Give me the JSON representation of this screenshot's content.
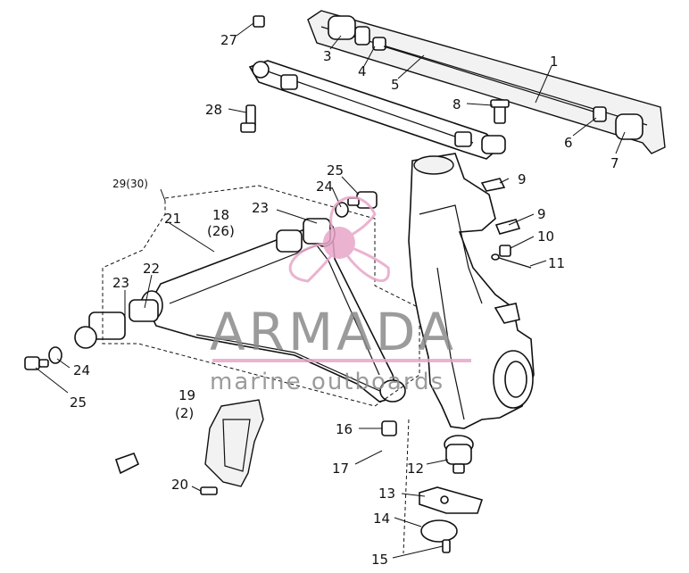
{
  "callouts": [
    {
      "id": "c1",
      "text": "1"
    },
    {
      "id": "c3",
      "text": "3"
    },
    {
      "id": "c4",
      "text": "4"
    },
    {
      "id": "c5",
      "text": "5"
    },
    {
      "id": "c6",
      "text": "6"
    },
    {
      "id": "c7",
      "text": "7"
    },
    {
      "id": "c8",
      "text": "8"
    },
    {
      "id": "c9a",
      "text": "9"
    },
    {
      "id": "c9b",
      "text": "9"
    },
    {
      "id": "c10",
      "text": "10"
    },
    {
      "id": "c11",
      "text": "11"
    },
    {
      "id": "c12",
      "text": "12"
    },
    {
      "id": "c13",
      "text": "13"
    },
    {
      "id": "c14",
      "text": "14"
    },
    {
      "id": "c15",
      "text": "15"
    },
    {
      "id": "c16",
      "text": "16"
    },
    {
      "id": "c17",
      "text": "17"
    },
    {
      "id": "c18",
      "text": "18"
    },
    {
      "id": "c18b",
      "text": "(26)"
    },
    {
      "id": "c19",
      "text": "19"
    },
    {
      "id": "c19b",
      "text": "(2)"
    },
    {
      "id": "c20",
      "text": "20"
    },
    {
      "id": "c21",
      "text": "21"
    },
    {
      "id": "c22",
      "text": "22"
    },
    {
      "id": "c23a",
      "text": "23"
    },
    {
      "id": "c23b",
      "text": "23"
    },
    {
      "id": "c24a",
      "text": "24"
    },
    {
      "id": "c24b",
      "text": "24"
    },
    {
      "id": "c25a",
      "text": "25"
    },
    {
      "id": "c25b",
      "text": "25"
    },
    {
      "id": "c27",
      "text": "27"
    },
    {
      "id": "c28",
      "text": "28"
    },
    {
      "id": "c29",
      "text": "29(30)"
    }
  ],
  "watermark": {
    "brand": "ARMADA",
    "tagline": "marine outboards",
    "logo_color": "#e8a6c8",
    "text_color": "#8a8a8a"
  }
}
